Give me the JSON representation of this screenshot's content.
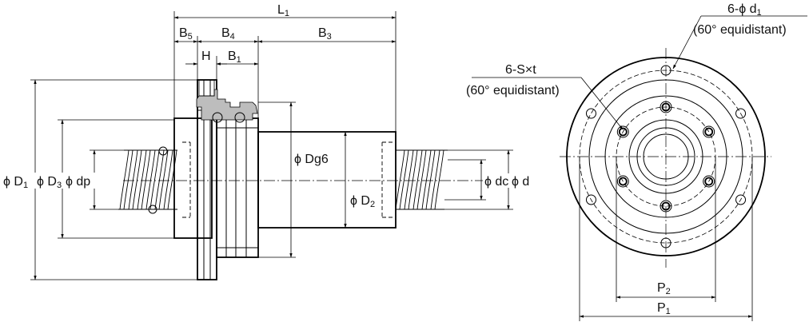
{
  "side_view": {
    "L1": {
      "main": "L",
      "sub": "1"
    },
    "B5": {
      "main": "B",
      "sub": "5"
    },
    "B4": {
      "main": "B",
      "sub": "4"
    },
    "B3": {
      "main": "B",
      "sub": "3"
    },
    "H": {
      "main": "H",
      "sub": ""
    },
    "B1": {
      "main": "B",
      "sub": "1"
    },
    "D1": {
      "main": "ϕ D",
      "sub": "1"
    },
    "D3": {
      "main": "ϕ D",
      "sub": "3"
    },
    "dp": {
      "main": "ϕ dp",
      "sub": ""
    },
    "Dg6": {
      "main": "ϕ Dg6",
      "sub": ""
    },
    "D2": {
      "main": "ϕ D",
      "sub": "2"
    },
    "dc": {
      "main": "ϕ dc",
      "sub": ""
    },
    "d": {
      "main": "ϕ d",
      "sub": ""
    }
  },
  "front_view": {
    "d1_label": {
      "main": "6-ϕ d",
      "sub": "1"
    },
    "d1_note": "(60° equidistant)",
    "sxt_label": "6-S×t",
    "sxt_note": "(60° equidistant)",
    "P2": {
      "main": "P",
      "sub": "2"
    },
    "P1": {
      "main": "P",
      "sub": "1"
    }
  }
}
